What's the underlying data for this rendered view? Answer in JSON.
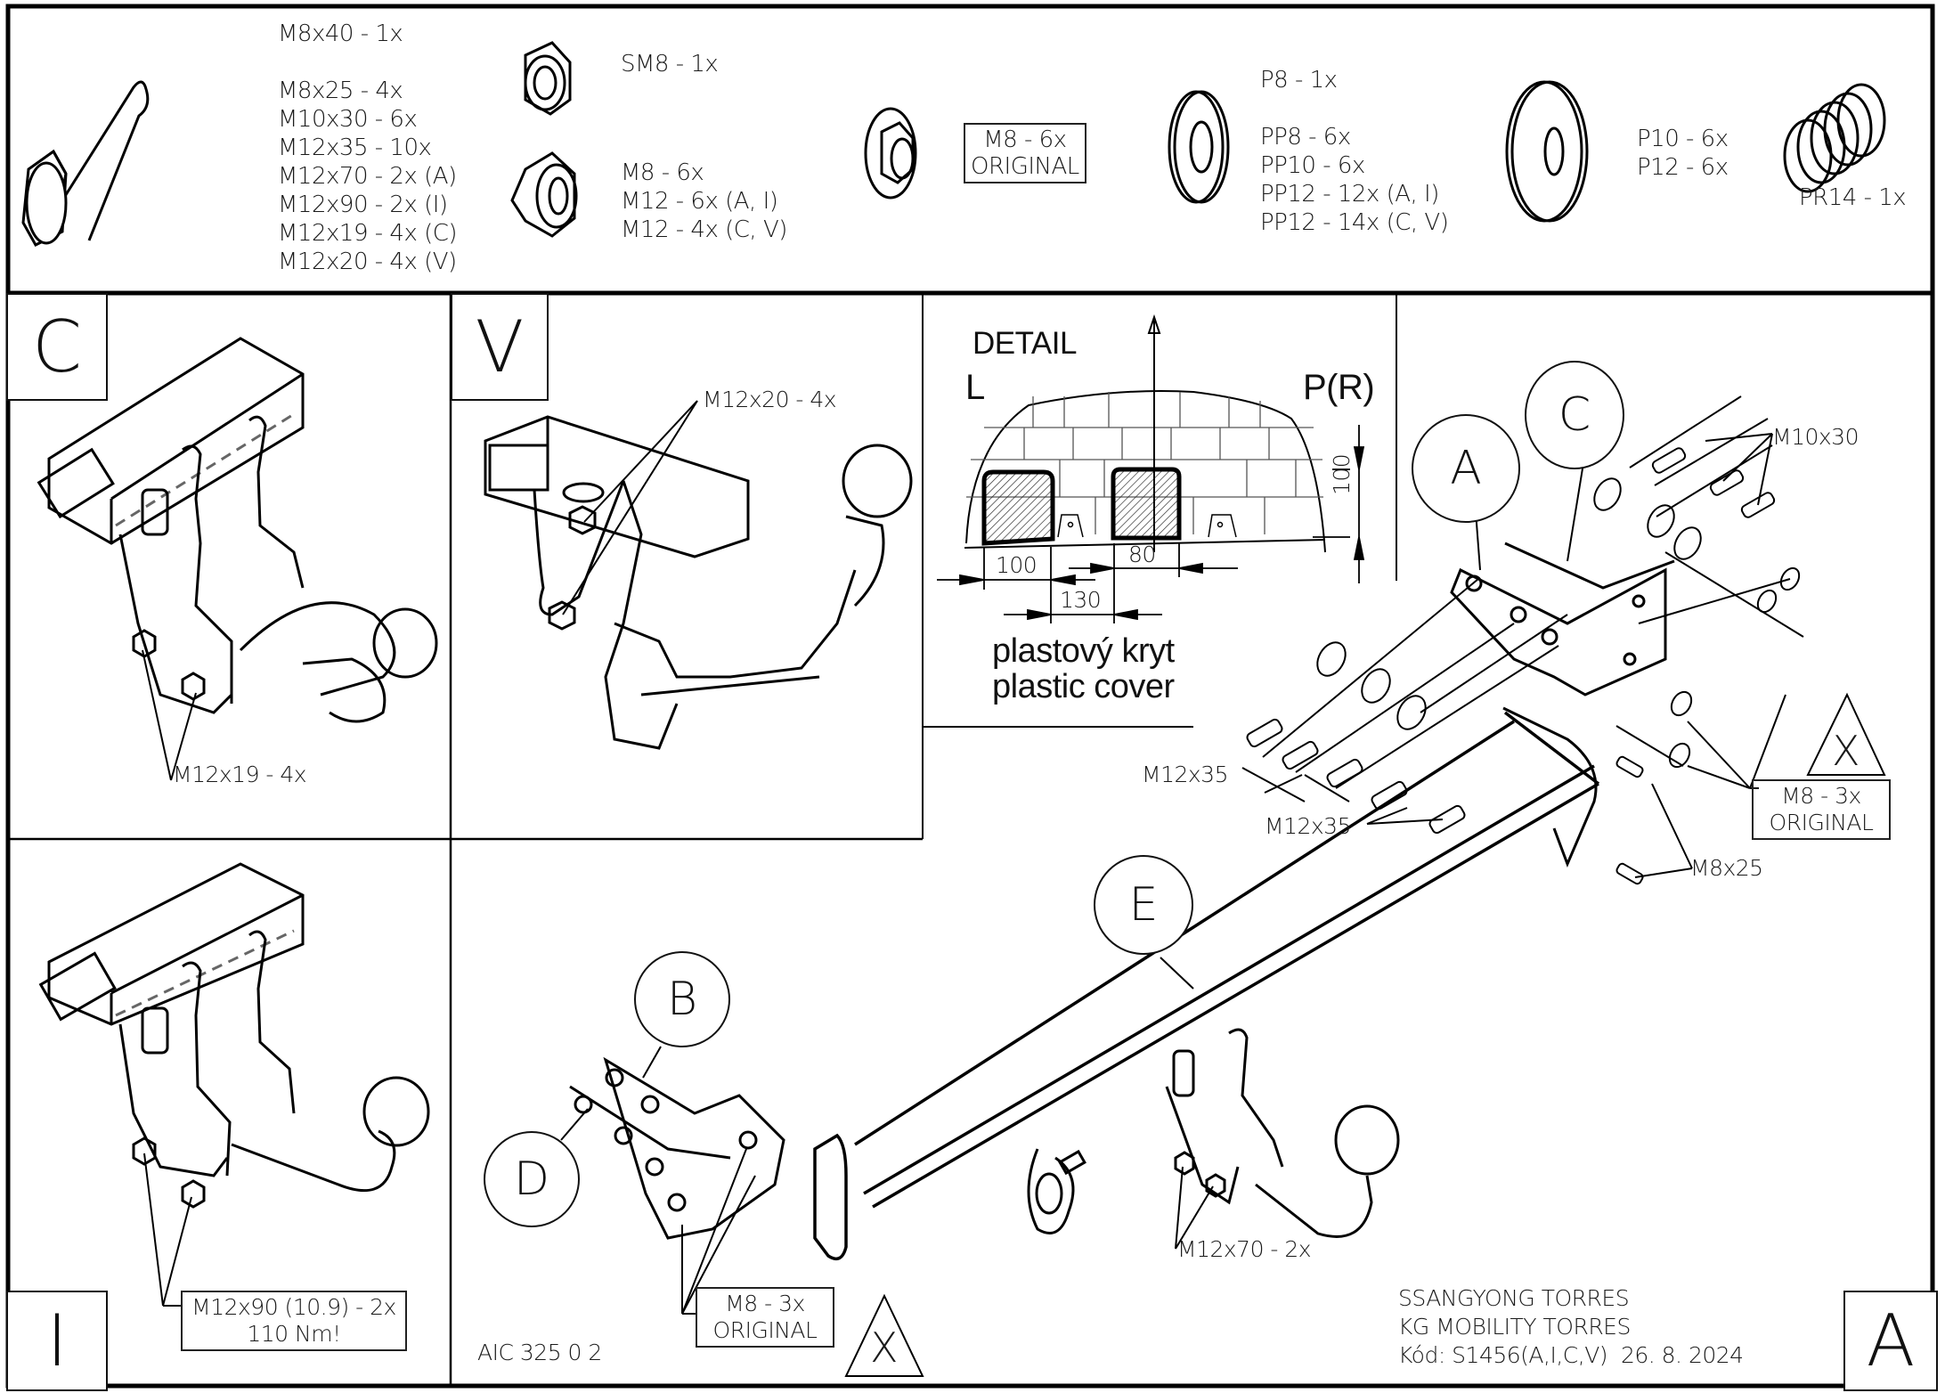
{
  "parts_list": {
    "bolts": {
      "icon": "hex-bolt-icon",
      "items": [
        "M8x40 - 1x",
        "M8x25 - 4x",
        "M10x30 - 6x",
        "M12x35 - 10x",
        "M12x70 - 2x (A)",
        "M12x90 - 2x (I)",
        "M12x19 - 4x (C)",
        "M12x20 - 4x (V)"
      ]
    },
    "self_locking_nut": {
      "icon": "lock-nut-icon",
      "label": "SM8 - 1x"
    },
    "nuts": {
      "icon": "hex-nut-icon",
      "items": [
        "M8 - 6x",
        "M12 - 6x (A, I)",
        "M12 - 4x (C, V)"
      ]
    },
    "flange_nut": {
      "icon": "flange-nut-icon",
      "label_line1": "M8 - 6x",
      "label_line2": "ORIGINAL"
    },
    "washers_small": {
      "icon": "washer-icon",
      "items": [
        "P8 - 1x",
        "PP8 - 6x",
        "PP10 - 6x",
        "PP12 - 12x (A, I)",
        "PP12 - 14x (C, V)"
      ]
    },
    "washers_large": {
      "icon": "large-washer-icon",
      "items": [
        "P10 - 6x",
        "P12 - 6x"
      ]
    },
    "spring_washer": {
      "icon": "spring-washer-icon",
      "label": "PR14 - 1x"
    }
  },
  "variants": {
    "C": {
      "letter": "C",
      "callout": "M12x19 - 4x"
    },
    "V": {
      "letter": "V",
      "callout": "M12x20 - 4x"
    },
    "I": {
      "letter": "I",
      "callout_line1": "M12x90 (10.9) - 2x",
      "callout_line2": "110 Nm!"
    },
    "A": {
      "letter": "A"
    }
  },
  "detail": {
    "title": "DETAIL",
    "left": "L",
    "right": "P(R)",
    "dimensions": {
      "left_width": "100",
      "gap": "130",
      "center_width": "80",
      "height": "100"
    },
    "note_line1": "plastový kryt",
    "note_line2": "plastic cover"
  },
  "main_assembly": {
    "balloons": [
      "A",
      "C",
      "E",
      "B",
      "D"
    ],
    "callouts": {
      "m10x30": "M10x30",
      "m12x35_a": "M12x35",
      "m12x35_b": "M12x35",
      "m8x25": "M8x25",
      "m8_original_right_1": "M8 - 3x",
      "m8_original_right_2": "ORIGINAL",
      "m8_original_left_1": "M8 - 3x",
      "m8_original_left_2": "ORIGINAL",
      "m12x70": "M12x70 - 2x",
      "warning_symbol": "X"
    }
  },
  "title_block": {
    "drawing_number": "AIC 325 0 2",
    "line1": "SSANGYONG TORRES",
    "line2": "KG MOBILITY TORRES",
    "line3": "Kód: S1456(A,I,C,V)  26. 8. 2024"
  }
}
